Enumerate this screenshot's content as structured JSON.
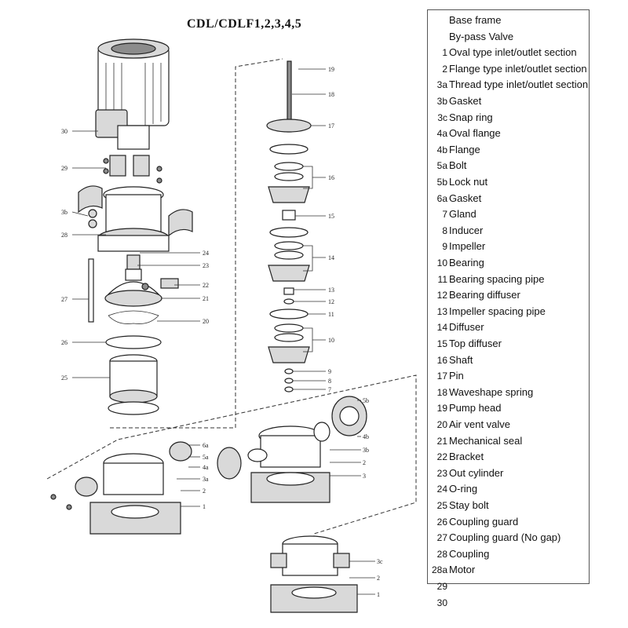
{
  "title": "CDL/CDLF1,2,3,4,5",
  "legend": [
    {
      "num": "",
      "label": "Base frame"
    },
    {
      "num": "",
      "label": "By-pass Valve"
    },
    {
      "num": "1",
      "label": "Oval type inlet/outlet section"
    },
    {
      "num": "2",
      "label": "Flange type inlet/outlet section"
    },
    {
      "num": "3a",
      "label": "Thread type inlet/outlet section"
    },
    {
      "num": "3b",
      "label": "Gasket"
    },
    {
      "num": "3c",
      "label": "Snap ring"
    },
    {
      "num": "4a",
      "label": "Oval flange"
    },
    {
      "num": "4b",
      "label": "Flange"
    },
    {
      "num": "5a",
      "label": "Bolt"
    },
    {
      "num": "5b",
      "label": "Lock nut"
    },
    {
      "num": "6a",
      "label": "Gasket"
    },
    {
      "num": "7",
      "label": "Gland"
    },
    {
      "num": "8",
      "label": "Inducer"
    },
    {
      "num": "9",
      "label": "Impeller"
    },
    {
      "num": "10",
      "label": "Bearing"
    },
    {
      "num": "11",
      "label": "Bearing spacing pipe"
    },
    {
      "num": "12",
      "label": "Bearing diffuser"
    },
    {
      "num": "13",
      "label": "Impeller spacing pipe"
    },
    {
      "num": "14",
      "label": "Diffuser"
    },
    {
      "num": "15",
      "label": "Top diffuser"
    },
    {
      "num": "16",
      "label": "Shaft"
    },
    {
      "num": "17",
      "label": "Pin"
    },
    {
      "num": "18",
      "label": "Waveshape spring"
    },
    {
      "num": "19",
      "label": "Pump head"
    },
    {
      "num": "20",
      "label": "Air vent valve"
    },
    {
      "num": "21",
      "label": "Mechanical seal"
    },
    {
      "num": "22",
      "label": "Bracket"
    },
    {
      "num": "23",
      "label": "Out cylinder"
    },
    {
      "num": "24",
      "label": "O-ring"
    },
    {
      "num": "25",
      "label": "Stay bolt"
    },
    {
      "num": "26",
      "label": "Coupling guard"
    },
    {
      "num": "27",
      "label": "Coupling guard (No gap)"
    },
    {
      "num": "28",
      "label": "Coupling"
    },
    {
      "num": "28a",
      "label": "Motor"
    },
    {
      "num": "29",
      "label": ""
    },
    {
      "num": "30",
      "label": ""
    }
  ],
  "callouts": {
    "c30": "30",
    "c29": "29",
    "c3b_left": "3b",
    "c28": "28",
    "c24": "24",
    "c23": "23",
    "c22": "22",
    "c27": "27",
    "c21": "21",
    "c20": "20",
    "c26": "26",
    "c25": "25",
    "c19": "19",
    "c18": "18",
    "c17": "17",
    "c16": "16",
    "c15": "15",
    "c14": "14",
    "c13": "13",
    "c12": "12",
    "c11": "11",
    "c10": "10",
    "c9": "9",
    "c8": "8",
    "c7": "7",
    "c5b": "5b",
    "c4b": "4b",
    "c3b": "3b",
    "c2_mid": "2",
    "c3": "3",
    "c6a": "6a",
    "c5a": "5a",
    "c4a": "4a",
    "c3a": "3a",
    "c2_left": "2",
    "c1_left": "1",
    "c3c": "3c",
    "c2_bot": "2",
    "c1_bot": "1"
  }
}
